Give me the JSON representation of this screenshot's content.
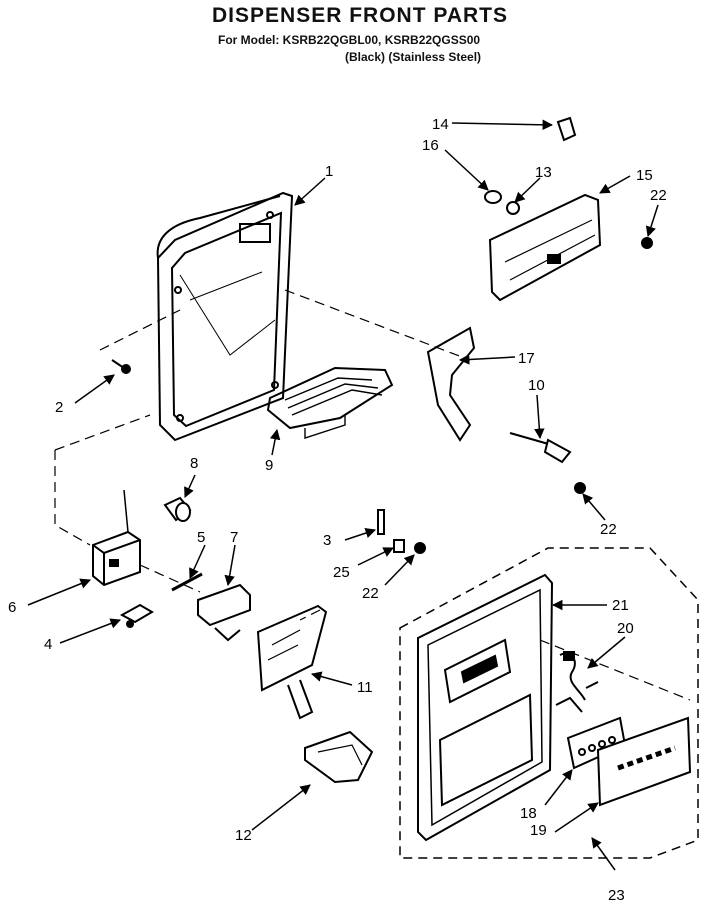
{
  "title": "DISPENSER FRONT PARTS",
  "subtitle": "For Model: KSRB22QGBL00, KSRB22QGSS00",
  "variants": "(Black)  (Stainless Steel)",
  "callouts": {
    "c1": "1",
    "c2": "2",
    "c3": "3",
    "c4": "4",
    "c5": "5",
    "c6": "6",
    "c7": "7",
    "c8": "8",
    "c9": "9",
    "c10": "10",
    "c11": "11",
    "c12": "12",
    "c13": "13",
    "c14": "14",
    "c15": "15",
    "c16": "16",
    "c17": "17",
    "c18": "18",
    "c19": "19",
    "c20": "20",
    "c21": "21",
    "c22a": "22",
    "c22b": "22",
    "c22c": "22",
    "c23": "23",
    "c25": "25"
  }
}
